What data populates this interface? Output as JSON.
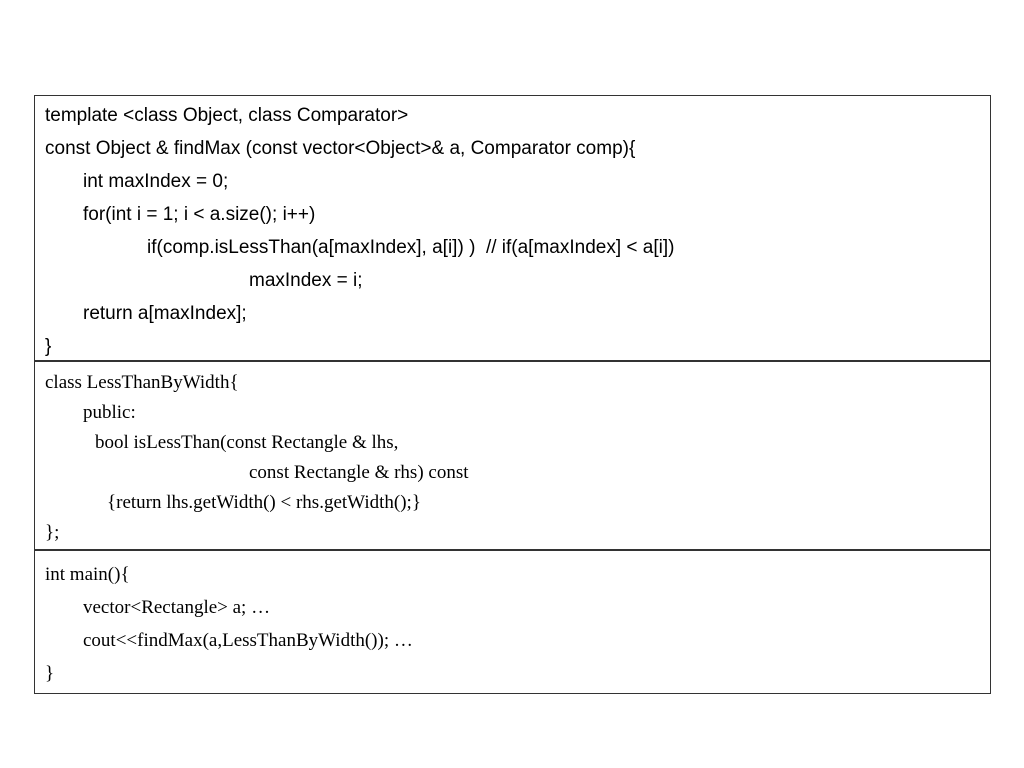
{
  "block_findmax": {
    "lines": [
      "template <class Object, class Comparator>",
      "const Object & findMax (const vector<Object>& a, Comparator comp){",
      "int maxIndex = 0;",
      "for(int i = 1; i < a.size(); i++)",
      "if(comp.isLessThan(a[maxIndex], a[i]) )  // if(a[maxIndex] < a[i])",
      "maxIndex = i;",
      "return a[maxIndex];",
      "}"
    ]
  },
  "block_comparator": {
    "lines": [
      "class LessThanByWidth{",
      "public:",
      "bool isLessThan(const Rectangle & lhs,",
      "const Rectangle & rhs) const",
      "{return lhs.getWidth() < rhs.getWidth();}",
      "};"
    ]
  },
  "block_main": {
    "lines": [
      "int main(){",
      "vector<Rectangle> a; …",
      "cout<<findMax(a,LessThanByWidth()); …",
      "}"
    ]
  }
}
